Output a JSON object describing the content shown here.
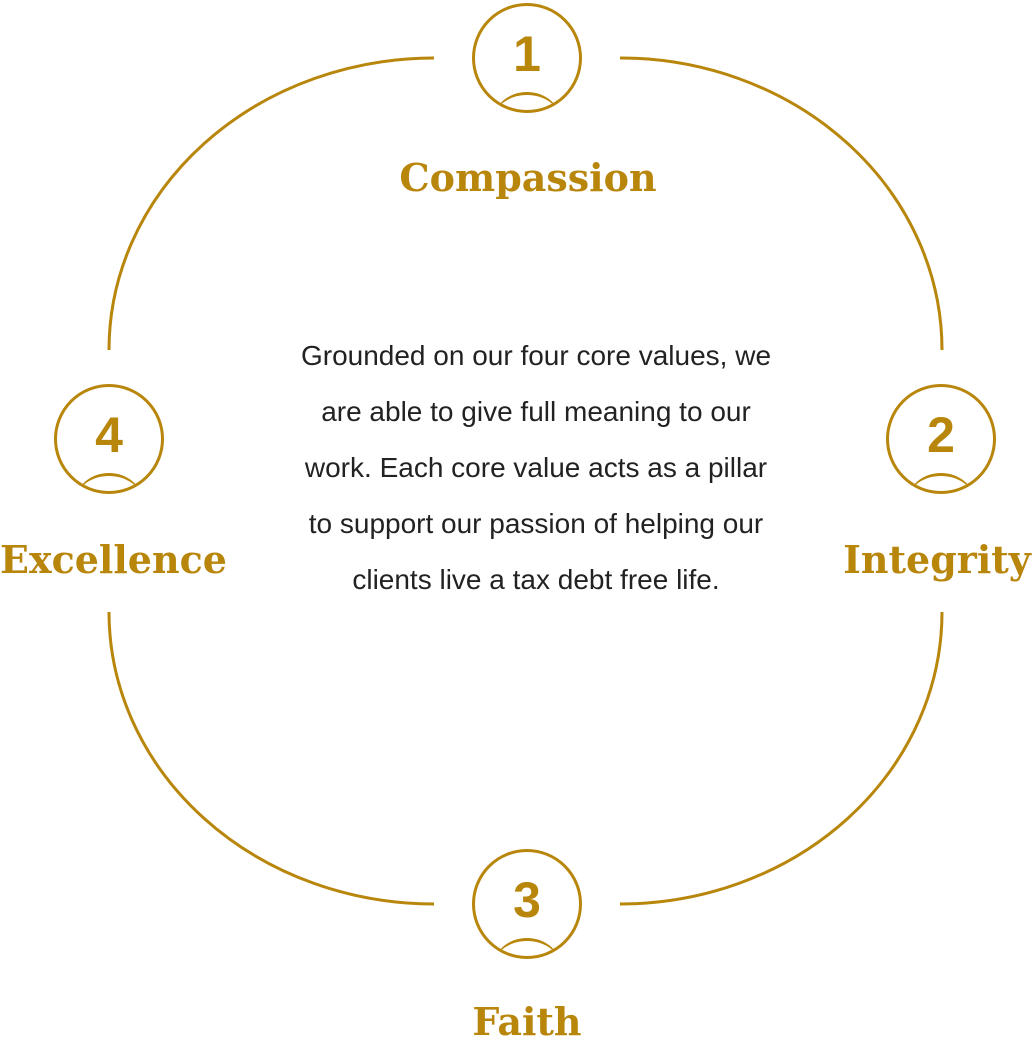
{
  "accent_color": "#B8860B",
  "description": "Grounded on our four core values, we are able to give full meaning to our work. Each core value acts as a pillar to support our passion of helping our clients live a tax debt free life.",
  "values": [
    {
      "number": "1",
      "name": "Compassion"
    },
    {
      "number": "2",
      "name": "Integrity"
    },
    {
      "number": "3",
      "name": "Faith"
    },
    {
      "number": "4",
      "name": "Excellence"
    }
  ]
}
